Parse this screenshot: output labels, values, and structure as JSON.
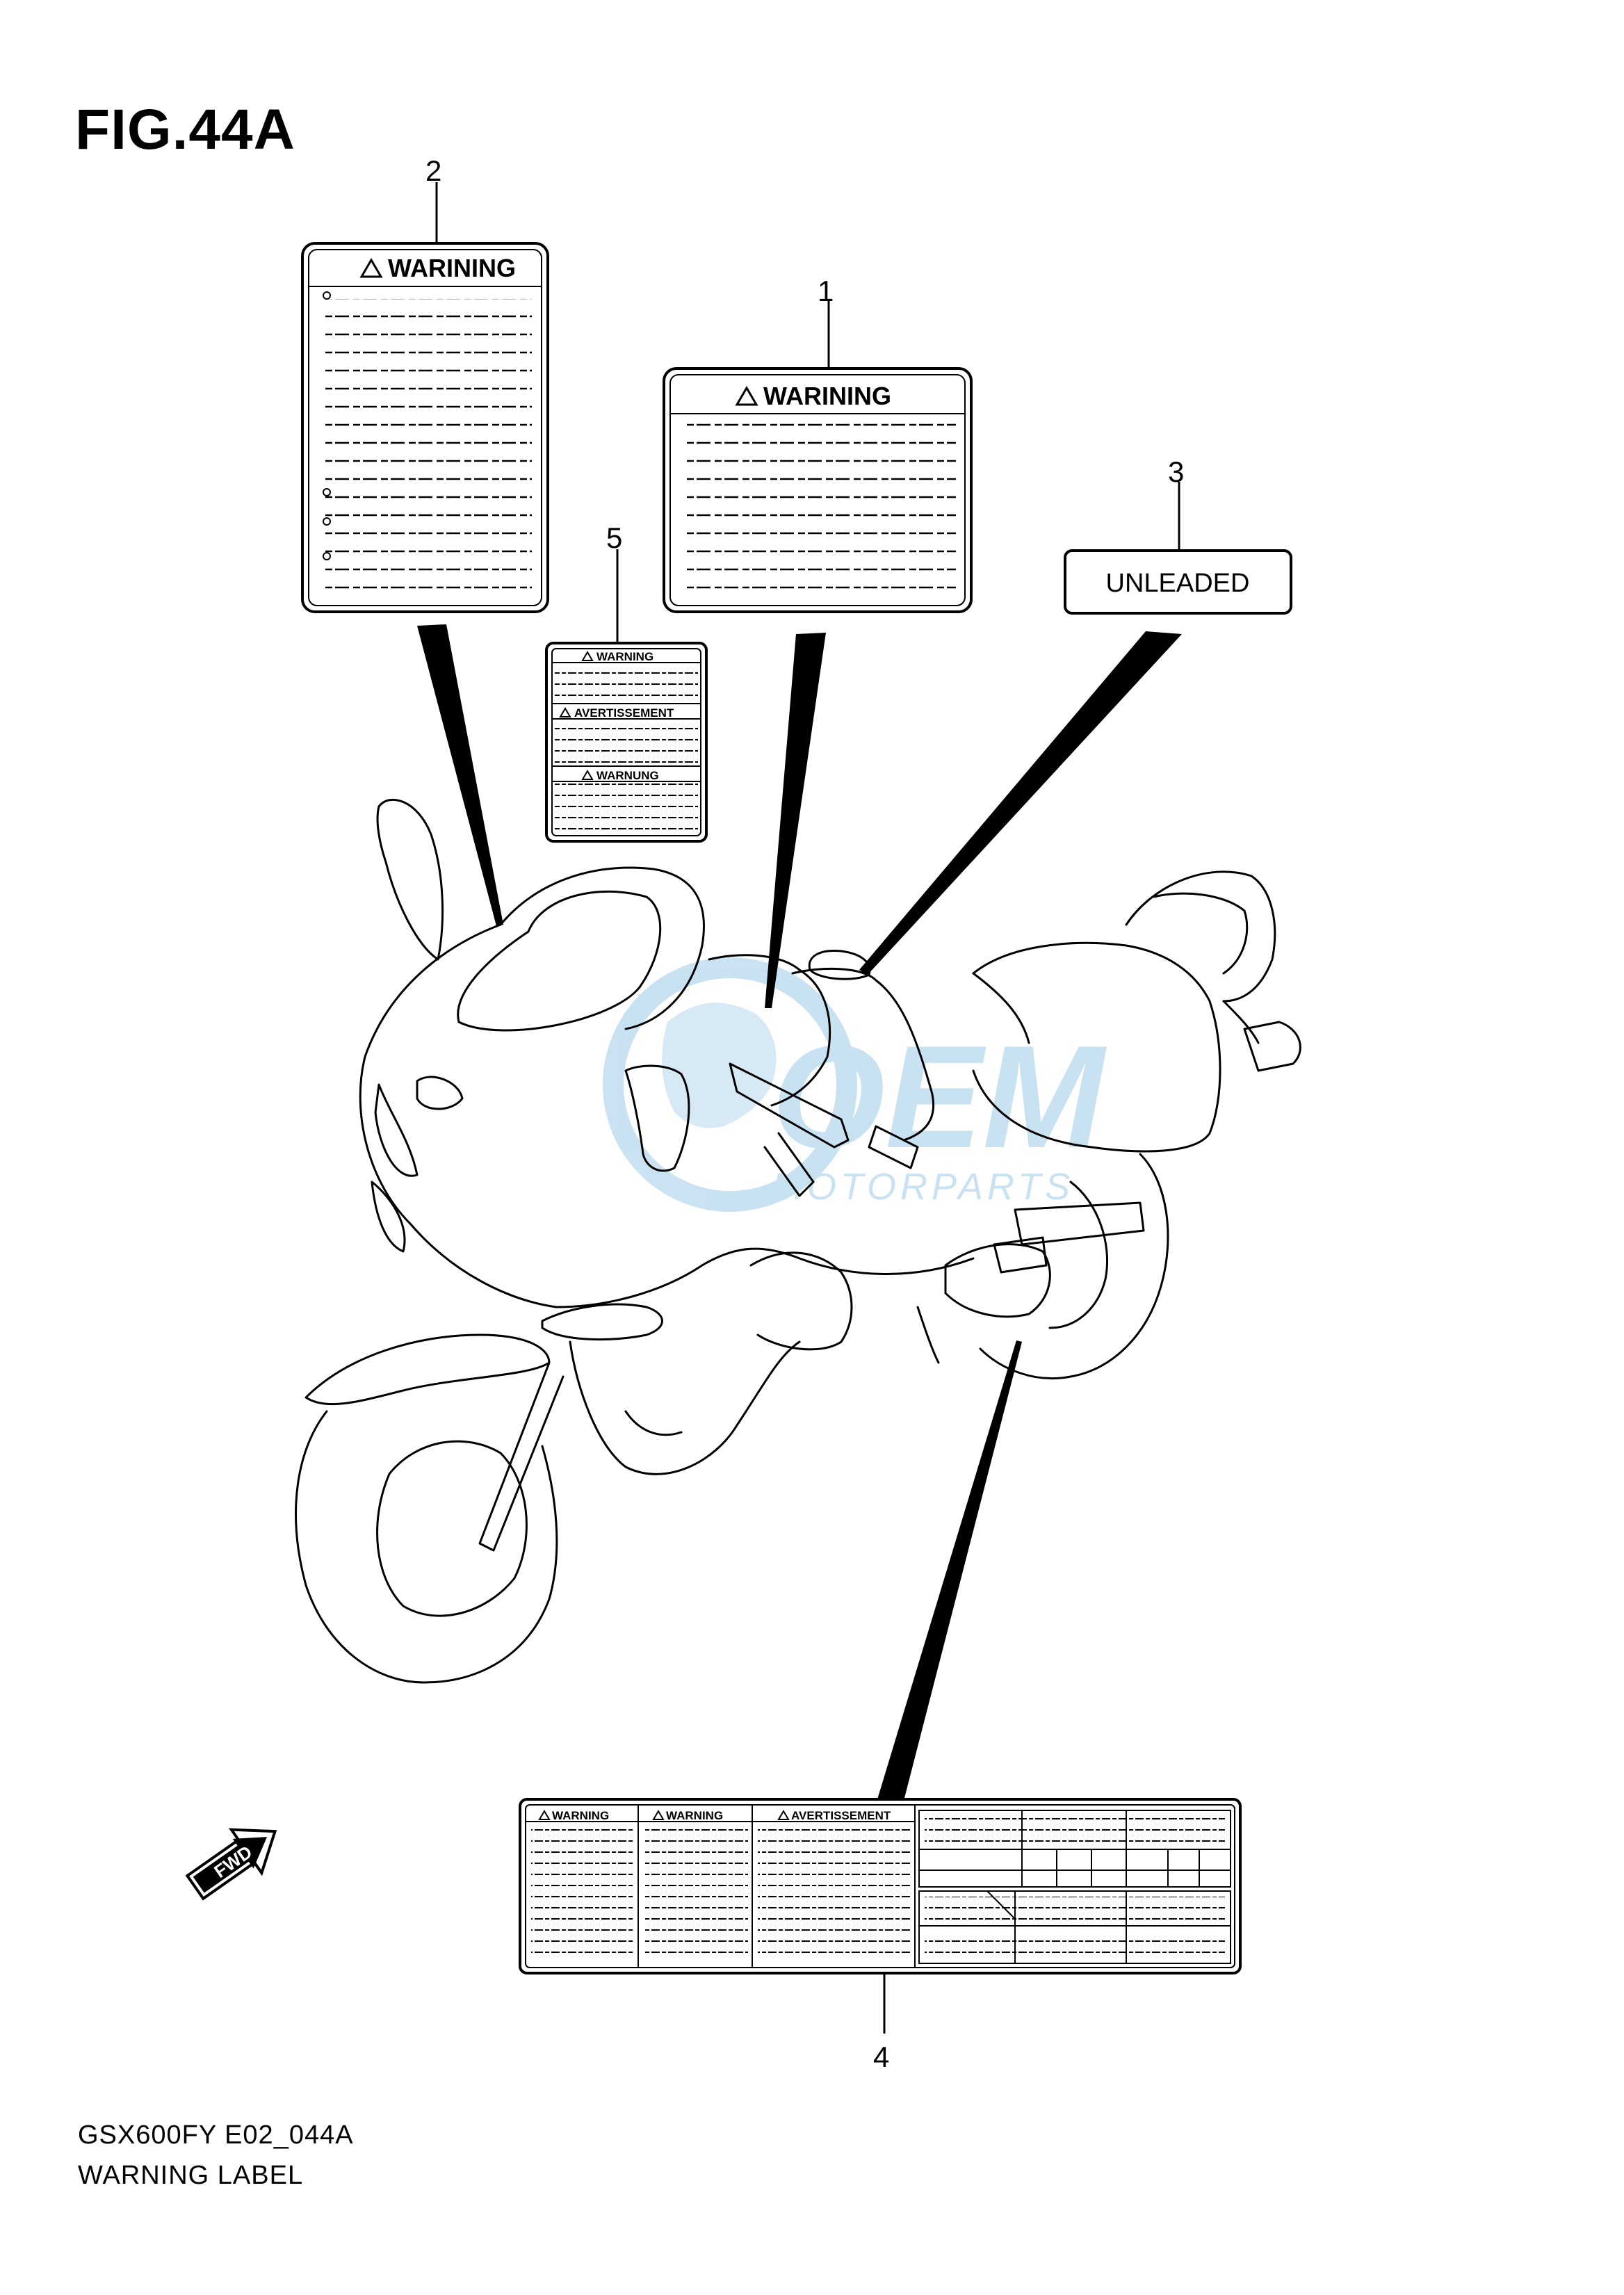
{
  "figure": {
    "title": "FIG.44A"
  },
  "footer": {
    "model_code": "GSX600FY E02_044A",
    "diagram_name": "WARNING LABEL"
  },
  "callouts": [
    "1",
    "2",
    "3",
    "4",
    "5"
  ],
  "labels": {
    "warning_1": "WARINING",
    "warning_2": "WARINING",
    "unleaded": "UNLEADED",
    "label5_heading_1": "WARNING",
    "label5_heading_2": "AVERTISSEMENT",
    "label5_heading_3": "WARNUNG",
    "label4_heading_1": "WARNING",
    "label4_heading_2": "WARNING",
    "label4_heading_3": "AVERTISSEMENT"
  },
  "fwd_arrow": "FWD",
  "watermark": {
    "brand": "OEM",
    "sub": "MOTORPARTS"
  },
  "colors": {
    "line": "#000000",
    "watermark": "#9ecbe8"
  }
}
